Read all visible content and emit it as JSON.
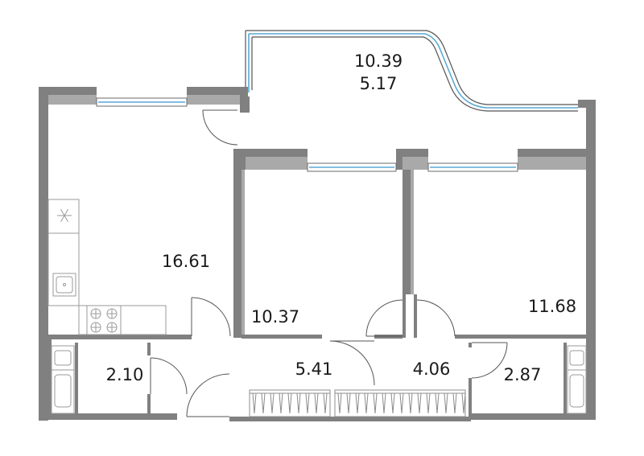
{
  "rooms": {
    "balcony": {
      "area_total": "10.39",
      "area_reduced": "5.17"
    },
    "kitchen_living": {
      "area": "16.61"
    },
    "bedroom_left": {
      "area": "10.37"
    },
    "bedroom_right": {
      "area": "11.68"
    },
    "bathroom_left": {
      "area": "2.10"
    },
    "hallway": {
      "area": "5.41"
    },
    "corridor": {
      "area": "4.06"
    },
    "bathroom_right": {
      "area": "2.87"
    }
  },
  "colors": {
    "wall": "#808080",
    "glass": "#5aa9d6",
    "fixture": "#9a9a9a"
  },
  "icons": [
    "snowflake-icon",
    "sink-icon",
    "stove-icon",
    "bathtub-icon"
  ]
}
